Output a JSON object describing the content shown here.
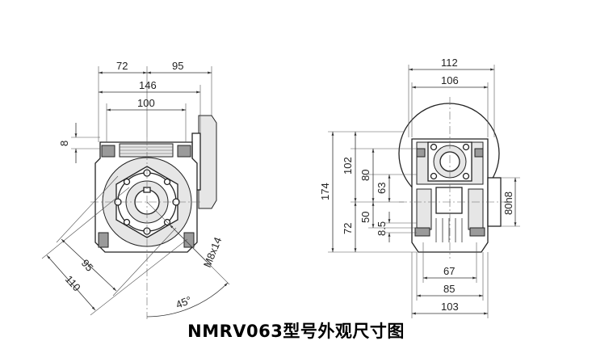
{
  "title": "NMRV063型号外观尺寸图",
  "front_view": {
    "dim_72": "72",
    "dim_95_top": "95",
    "dim_146": "146",
    "dim_100": "100",
    "dim_8": "8",
    "dim_95_diag": "95",
    "dim_110": "110",
    "dim_m8x14": "M8x14",
    "dim_45deg": "45°"
  },
  "side_view": {
    "dim_112": "112",
    "dim_106": "106",
    "dim_174": "174",
    "dim_102": "102",
    "dim_80": "80",
    "dim_63": "63",
    "dim_72": "72",
    "dim_50": "50",
    "dim_8_5": "8.5",
    "dim_80h8": "80h8",
    "dim_67": "67",
    "dim_85": "85",
    "dim_103": "103"
  },
  "colors": {
    "line": "#333333",
    "fill": "#e6e6e6",
    "background": "#ffffff"
  }
}
